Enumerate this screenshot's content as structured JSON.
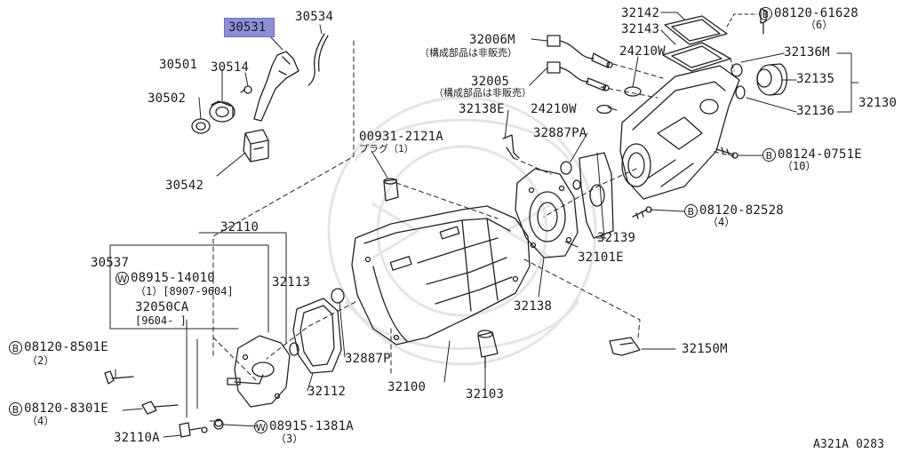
{
  "diagram": {
    "highlighted_part": "30531",
    "figure_code": "A321A 0283",
    "parts": {
      "p30534": "30534",
      "p30501": "30501",
      "p30514": "30514",
      "p30502": "30502",
      "p30542": "30542",
      "p32142": "32142",
      "p32143": "32143",
      "p32006M": "32006M",
      "p32006M_note": "（構成部品は非販売）",
      "p24210W_a": "24210W",
      "p32005": "32005",
      "p32005_note": "（構成部品は非販売）",
      "p32138E": "32138E",
      "p24210W_b": "24210W",
      "p32136M": "32136M",
      "p32135": "32135",
      "p32136": "32136",
      "p32130": "32130",
      "p00931": "00931-2121A",
      "p00931_note": "プラグ（1）",
      "p32887PA": "32887PA",
      "p32110": "32110",
      "p30537": "30537",
      "p32113": "32113",
      "p32050CA": "32050CA",
      "p32050CA_range": "[9604-    ]",
      "p32139": "32139",
      "p32101E": "32101E",
      "p32138": "32138",
      "p32887P": "32887P",
      "p32112": "32112",
      "p32100": "32100",
      "p32103": "32103",
      "p32150M": "32150M",
      "p32110A": "32110A"
    },
    "fasteners": {
      "b1": {
        "type": "B",
        "code": "08120-61628",
        "qty": "（6）"
      },
      "b2": {
        "type": "B",
        "code": "08124-0751E",
        "qty": "（10）"
      },
      "b3": {
        "type": "B",
        "code": "08120-82528",
        "qty": "（4）"
      },
      "w1": {
        "type": "W",
        "code": "08915-14010",
        "qty": "（1）[8907-9604]"
      },
      "b4": {
        "type": "B",
        "code": "08120-8501E",
        "qty": "（2）"
      },
      "b5": {
        "type": "B",
        "code": "08120-8301E",
        "qty": "（4）"
      },
      "w2": {
        "type": "W",
        "code": "08915-1381A",
        "qty": "（3）"
      }
    }
  }
}
